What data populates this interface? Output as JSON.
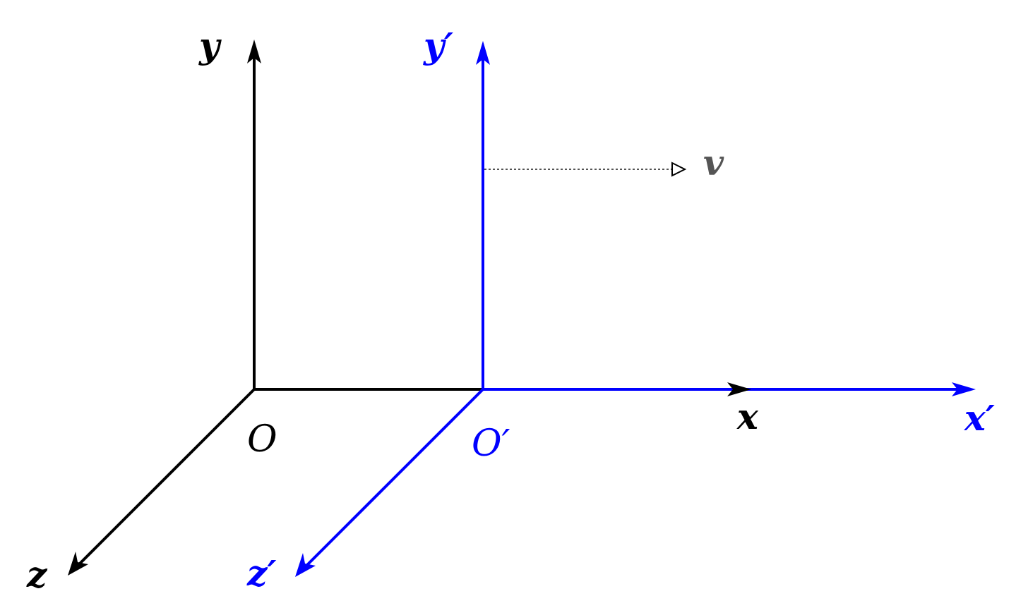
{
  "frames": {
    "rest": {
      "color": "#000000",
      "axes": {
        "x": "x",
        "y": "y",
        "z": "z"
      },
      "origin": "O"
    },
    "moving": {
      "color": "#0000ff",
      "axes": {
        "x": "x′",
        "y": "y′",
        "z": "z′"
      },
      "origin": "O′"
    }
  },
  "velocity": {
    "label": "v",
    "color": "#555555",
    "arrow_color": "#000000"
  }
}
